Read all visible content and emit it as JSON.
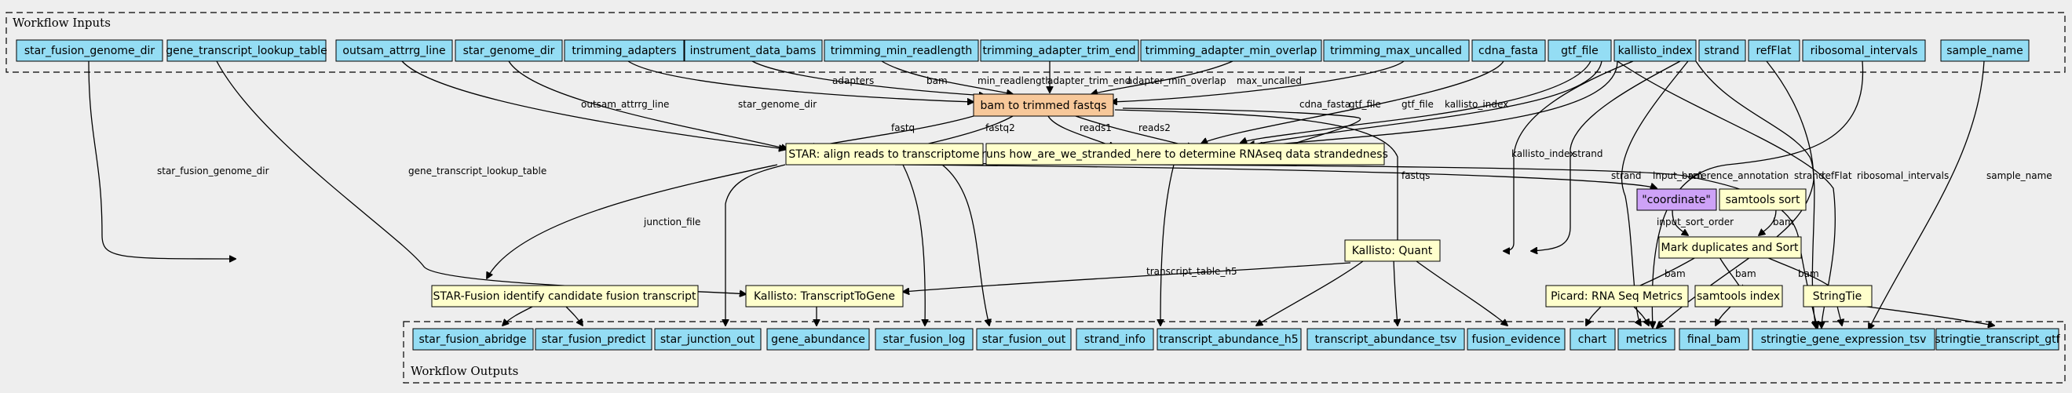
{
  "clusters": {
    "inputs_label": "Workflow Inputs",
    "outputs_label": "Workflow Outputs"
  },
  "colors": {
    "background": "#eeeeee",
    "io_node": "#94ddf4",
    "task_node": "#ffffcc",
    "source_task_node": "#f7c89a",
    "literal_node": "#cda2f7"
  },
  "inputs": [
    "star_fusion_genome_dir",
    "gene_transcript_lookup_table",
    "outsam_attrrg_line",
    "star_genome_dir",
    "trimming_adapters",
    "instrument_data_bams",
    "trimming_min_readlength",
    "trimming_adapter_trim_end",
    "trimming_adapter_min_overlap",
    "trimming_max_uncalled",
    "cdna_fasta",
    "gtf_file",
    "kallisto_index",
    "strand",
    "refFlat",
    "ribosomal_intervals",
    "sample_name"
  ],
  "tasks": {
    "trim": "bam to trimmed fastqs",
    "star": "STAR: align reads to transcriptome",
    "stranded": "runs how_are_we_stranded_here to determine RNAseq data strandedness",
    "coordinate": "\"coordinate\"",
    "samsort": "samtools sort",
    "markdup": "Mark duplicates and Sort",
    "kallisto": "Kallisto: Quant",
    "fusion": "STAR-Fusion identify candidate fusion transcript",
    "t2g": "Kallisto: TranscriptToGene",
    "picard": "Picard: RNA Seq Metrics",
    "samindex": "samtools index",
    "stringtie": "StringTie"
  },
  "outputs": [
    "star_fusion_abridge",
    "star_fusion_predict",
    "star_junction_out",
    "gene_abundance",
    "star_fusion_log",
    "star_fusion_out",
    "strand_info",
    "transcript_abundance_h5",
    "transcript_abundance_tsv",
    "fusion_evidence",
    "chart",
    "metrics",
    "final_bam",
    "stringtie_gene_expression_tsv",
    "stringtie_transcript_gtf"
  ],
  "edge_labels": {
    "star_fusion_genome_dir": "star_fusion_genome_dir",
    "gene_transcript_lookup_table": "gene_transcript_lookup_table",
    "outsam_attrrg_line": "outsam_attrrg_line",
    "star_genome_dir": "star_genome_dir",
    "adapters": "adapters",
    "bam": "bam",
    "min_readlength": "min_readlength",
    "adapter_trim_end": "adapter_trim_end",
    "adapter_min_overlap": "adapter_min_overlap",
    "max_uncalled": "max_uncalled",
    "cdna_fasta": "cdna_fasta",
    "gtf_file_a": "gtf_file",
    "gtf_file_b": "gtf_file",
    "kallisto_index_a": "kallisto_index",
    "kallisto_index_b": "kallisto_index",
    "strand_a": "strand",
    "strand_b": "strand",
    "strand_c": "strand",
    "refFlat": "refFlat",
    "ribosomal_intervals": "ribosomal_intervals",
    "sample_name": "sample_name",
    "reference_annotation": "reference_annotation",
    "fastq": "fastq",
    "fastq2": "fastq2",
    "reads1": "reads1",
    "reads2": "reads2",
    "fastqs": "fastqs",
    "input_bam": "input_bam",
    "junction_file": "junction_file",
    "transcript_table_h5": "transcript_table_h5",
    "input_sort_order": "input_sort_order",
    "bam_sort": "bam",
    "bam_picard": "bam",
    "bam_index": "bam",
    "bam_stringtie": "bam"
  }
}
